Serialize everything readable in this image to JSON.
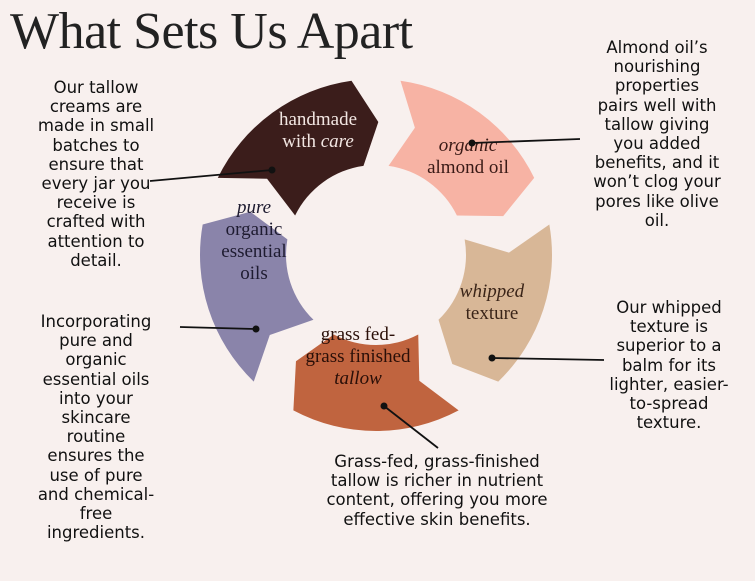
{
  "title": "What Sets Us Apart",
  "segments": [
    {
      "lines": [
        "handmade",
        "with care"
      ],
      "italic_words": [
        "care"
      ],
      "color": "#3b1d1b",
      "text_color": "#f2e6e2"
    },
    {
      "lines": [
        "organic",
        "almond oil"
      ],
      "italic_words": [
        "organic"
      ],
      "color": "#f7b3a4",
      "text_color": "#3a1a16"
    },
    {
      "lines": [
        "whipped",
        "texture"
      ],
      "italic_words": [
        "whipped"
      ],
      "color": "#d8b797",
      "text_color": "#3a2418"
    },
    {
      "lines": [
        "grass fed-",
        "grass finished",
        "tallow"
      ],
      "italic_words": [
        "tallow"
      ],
      "color": "#c0643f",
      "text_color": "#2a0f08"
    },
    {
      "lines": [
        "pure",
        "organic",
        "essential",
        "oils"
      ],
      "italic_words": [
        "pure"
      ],
      "color": "#8a84aa",
      "text_color": "#1e1b30"
    }
  ],
  "notes": {
    "care": [
      "Our tallow",
      "creams are",
      "made in small",
      "batches to",
      "ensure that",
      "every jar you",
      "receive is",
      "crafted with",
      "attention to",
      "detail."
    ],
    "almond": [
      "Almond oil’s",
      "nourishing",
      "properties",
      "pairs well with",
      "tallow giving",
      "you added",
      "benefits, and it",
      "won’t clog your",
      "pores like olive",
      "oil."
    ],
    "pure": [
      "Incorporating",
      "pure and",
      "organic",
      "essential oils",
      "into your",
      "skincare",
      "routine",
      "ensures the",
      "use of pure",
      "and chemical-",
      "free",
      "ingredients."
    ],
    "whip": [
      "Our whipped",
      "texture is",
      "superior to a",
      "balm for its",
      "lighter, easier-",
      "to-spread",
      "texture."
    ],
    "tallow": [
      "Grass-fed, grass-finished",
      "tallow is richer in nutrient",
      "content, offering you more",
      "effective skin benefits."
    ]
  },
  "colors": {
    "background": "#f8f0ee",
    "connector": "#111111"
  }
}
